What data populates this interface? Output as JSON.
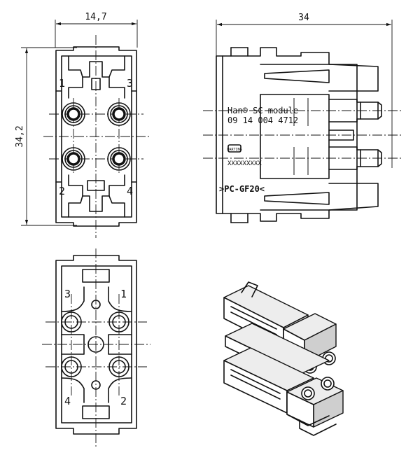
{
  "dimensions": {
    "width": "14,7",
    "length": "34",
    "height": "34,2"
  },
  "side_view": {
    "module_name": "Han® SC module",
    "part_number": "09 14 004 4712",
    "logo": "HARTING",
    "code": "XXXXXXXXX",
    "material": ">PC-GF20<"
  },
  "contact_labels": {
    "front": [
      "1",
      "3",
      "2",
      "4"
    ],
    "rear": [
      "3",
      "1",
      "4",
      "2"
    ]
  }
}
